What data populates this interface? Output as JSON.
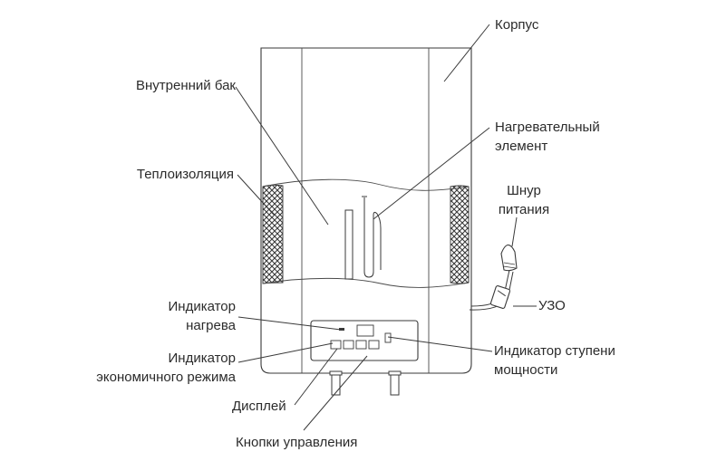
{
  "labels": {
    "housing": "Корпус",
    "inner_tank": "Внутренний бак",
    "heating_element": "Нагревательный\nэлемент",
    "insulation": "Теплоизоляция",
    "power_cord": "Шнур\nпитания",
    "rcd": "УЗО",
    "heat_indicator": "Индикатор\nнагрева",
    "eco_indicator": "Индикатор\nэкономичного режима",
    "power_level_indicator": "Индикатор ступени\nмощности",
    "display": "Дисплей",
    "control_buttons": "Кнопки управления"
  }
}
